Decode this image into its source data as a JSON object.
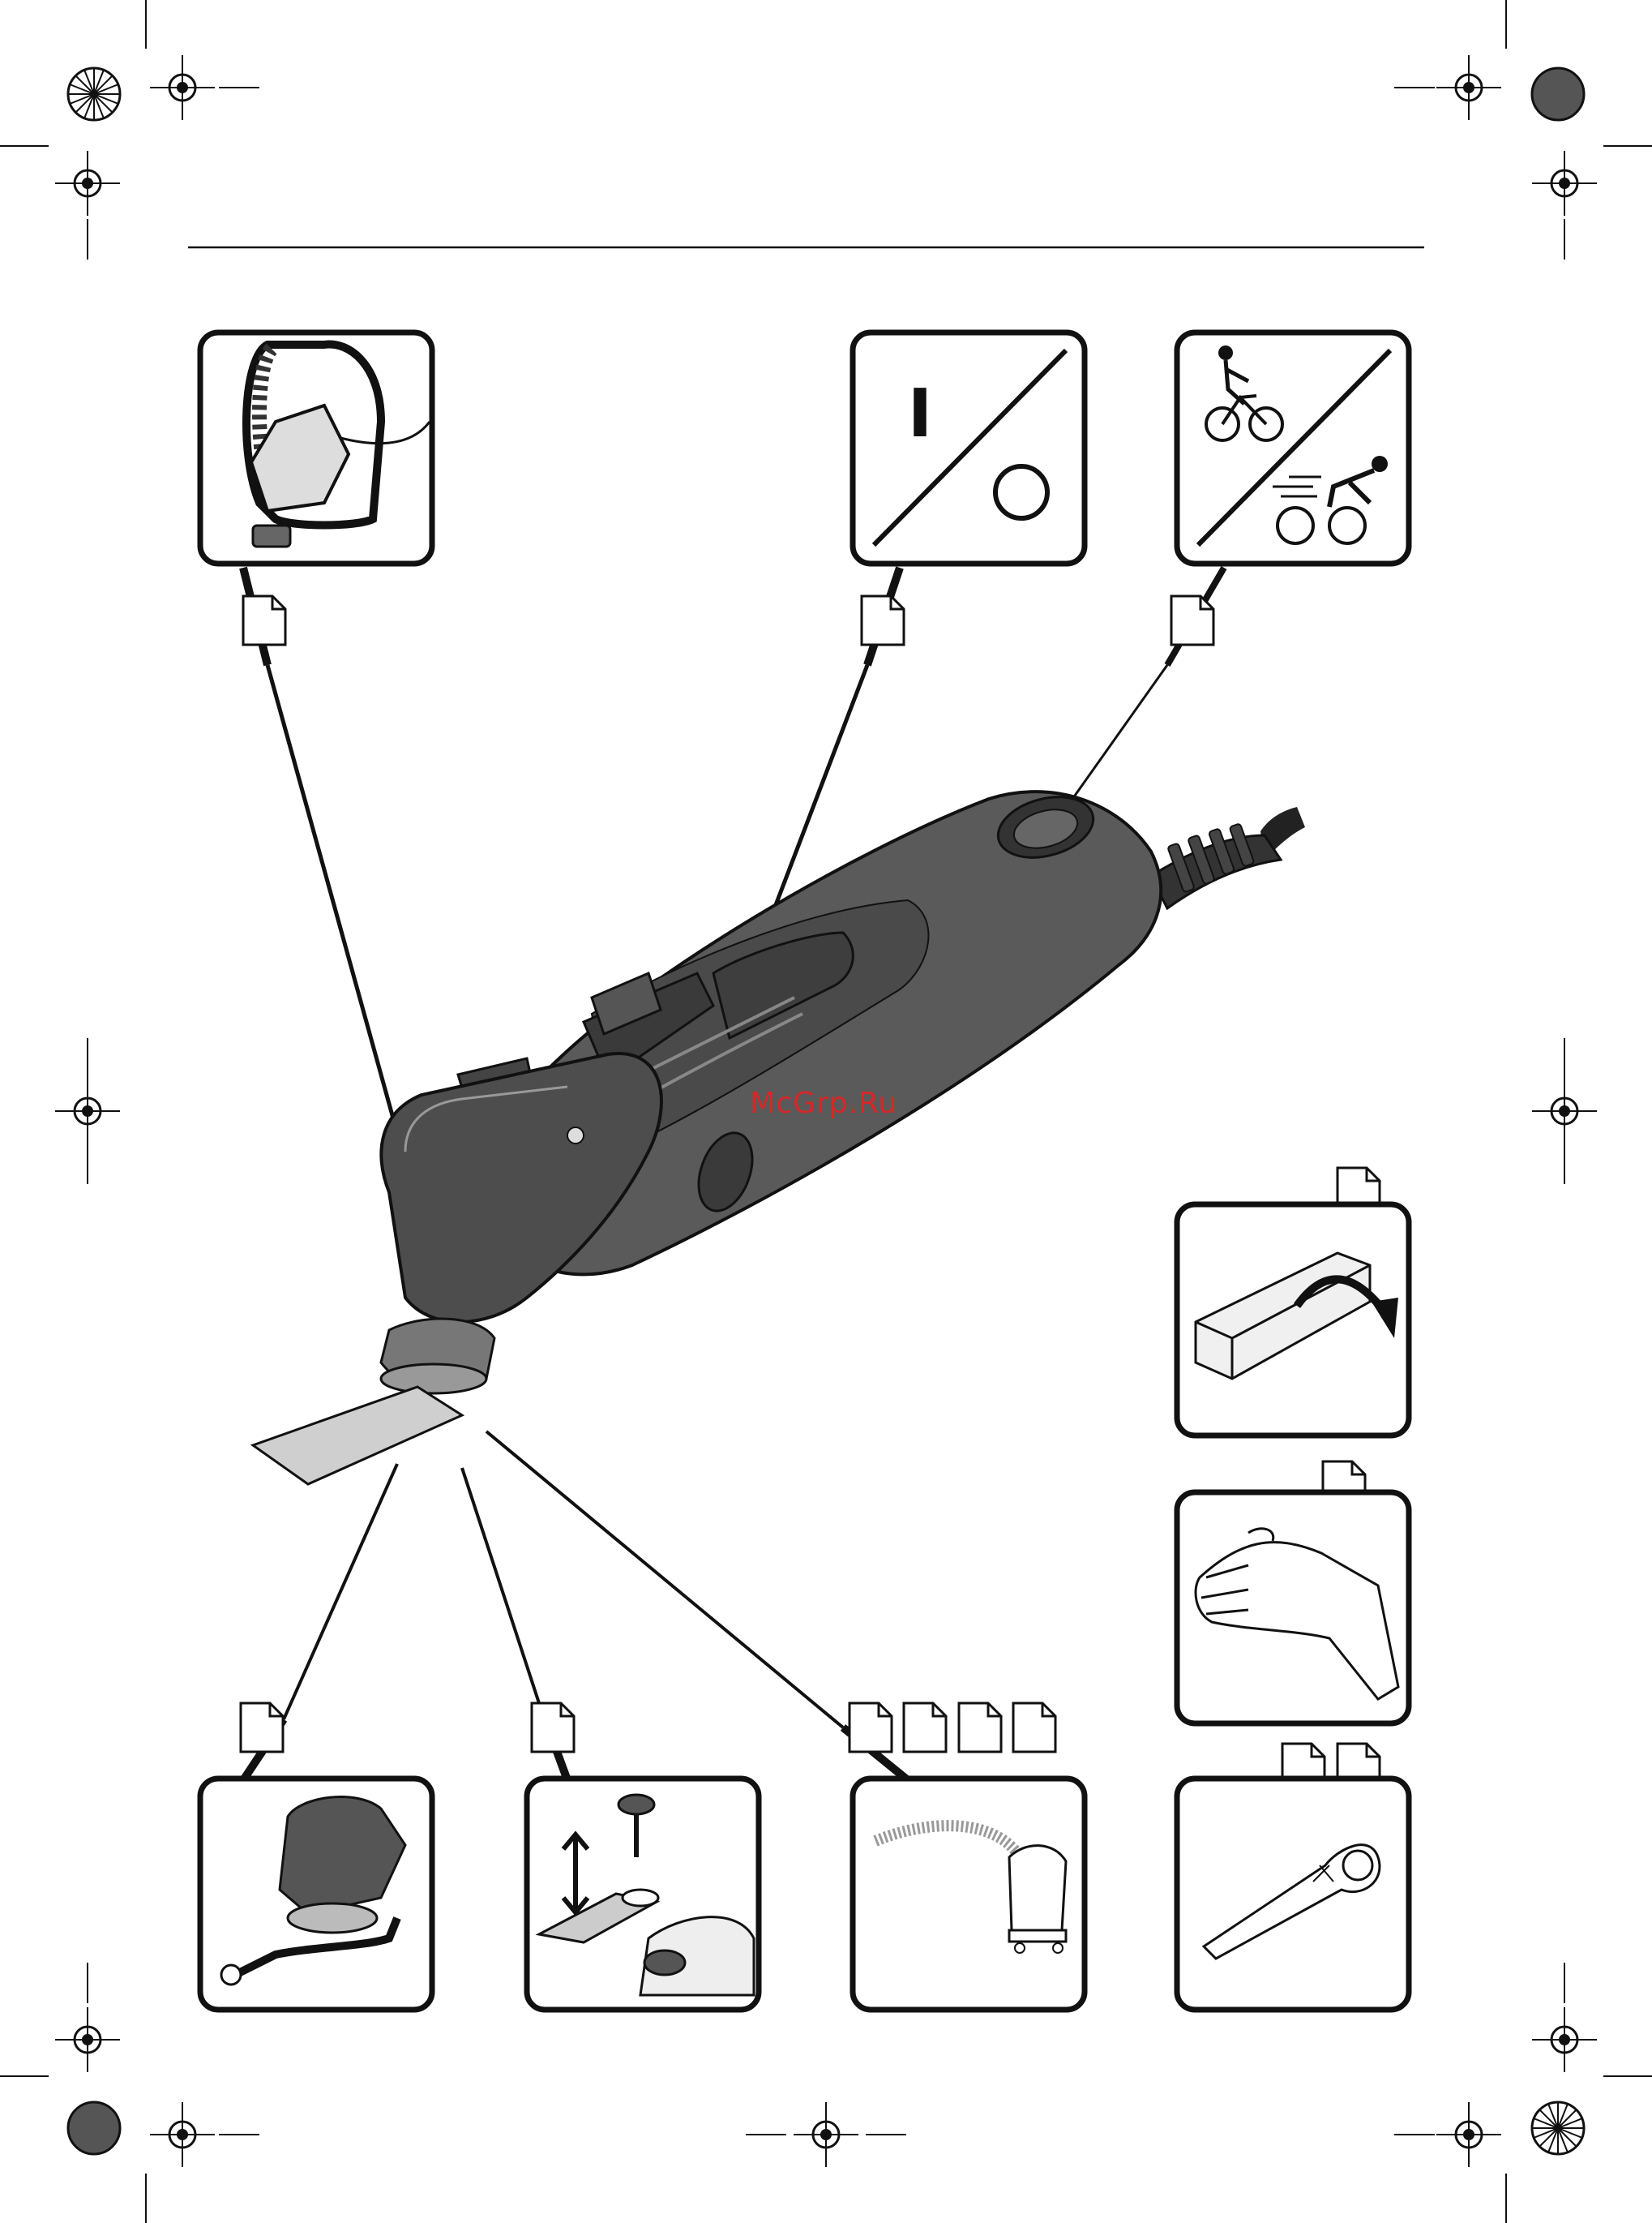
{
  "watermark": {
    "text": "McGrp.Ru",
    "color": "#d62828"
  },
  "icons": {
    "onoff_switch_label": "I",
    "ref_box_counts": {
      "handle": 1,
      "switch": 1,
      "speed": 1,
      "clamp": 1,
      "blade_change": 1,
      "dust": 4,
      "hand": 1,
      "storage": 1,
      "tool_key": 2
    }
  },
  "colors": {
    "ink": "#111111",
    "tool_body": "#5a5a5a",
    "tool_dark": "#3a3a3a",
    "blade": "#cfcfcf",
    "box_fill": "#ffffff"
  }
}
